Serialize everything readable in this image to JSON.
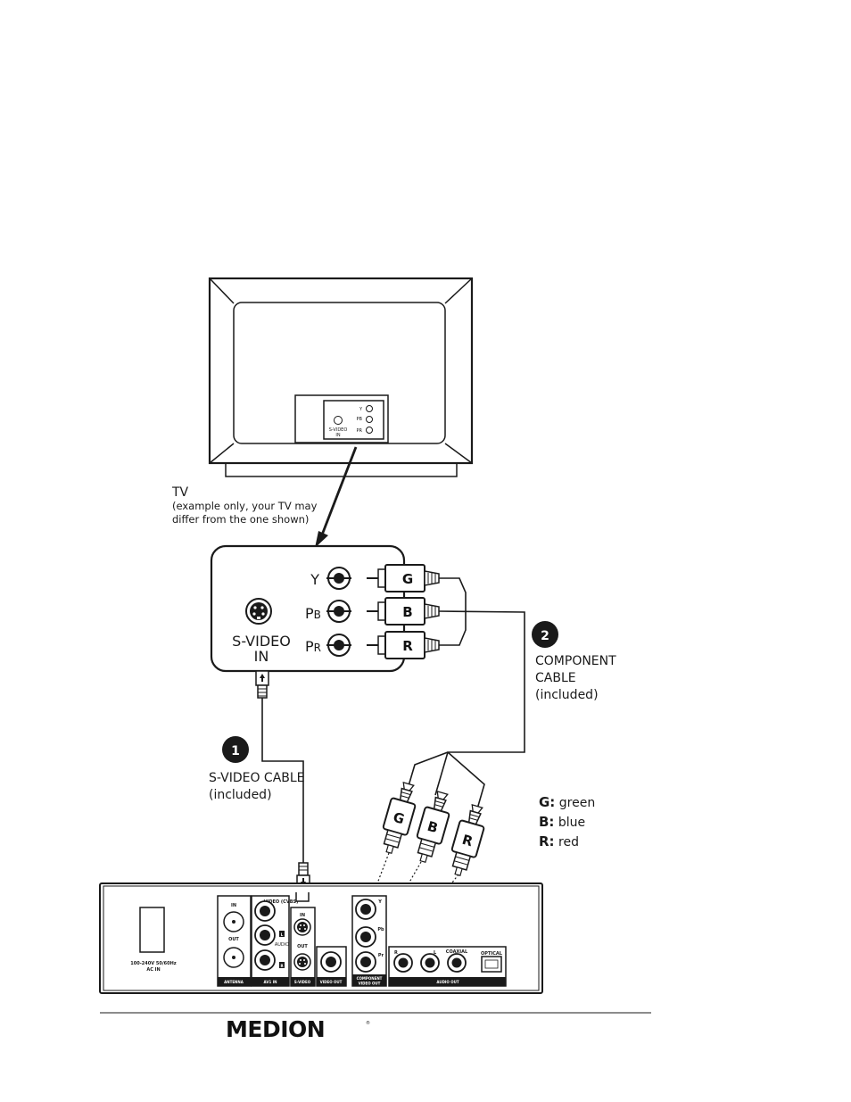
{
  "tv": {
    "label": "TV",
    "note_line1": "(example only, your TV may",
    "note_line2": "differ from the one shown)",
    "mini_y": "Y",
    "mini_pb": "PB",
    "mini_pr": "PR",
    "mini_svideo_line1": "S-VIDEO",
    "mini_svideo_line2": "IN"
  },
  "tv_panel": {
    "y_label": "Y",
    "pb_main": "P",
    "pb_sub": "B",
    "pr_main": "P",
    "pr_sub": "R",
    "svideo_line1": "S-VIDEO",
    "svideo_line2": "IN"
  },
  "plugs": {
    "g": "G",
    "b": "B",
    "r": "R"
  },
  "steps": {
    "step1_number": "1",
    "step1_line1": "S-VIDEO CABLE",
    "step1_line2": "(included)",
    "step2_number": "2",
    "step2_line1": "COMPONENT",
    "step2_line2": "CABLE",
    "step2_line3": "(included)"
  },
  "legend": {
    "g_key": "G:",
    "g_value": " green",
    "b_key": "B:",
    "b_value": " blue",
    "r_key": "R:",
    "r_value": " red"
  },
  "device": {
    "power_line1": "100-240V  50/60Hz",
    "power_line2": "AC IN",
    "antenna": "ANTENNA",
    "antenna_in": "IN",
    "antenna_out": "OUT",
    "av1_in": "AV1 IN",
    "video_cvbs": "VIDEO (CVBS)",
    "audio": "AUDIO",
    "svideo": "S-VIDEO",
    "svideo_in": "IN",
    "svideo_out": "OUT",
    "video_out": "VIDEO OUT",
    "component_line1": "COMPONENT",
    "component_line2": "VIDEO OUT",
    "audio_out": "AUDIO OUT",
    "coaxial": "COAXIAL",
    "optical": "OPTICAL",
    "r_mark": "R",
    "l_mark": "L",
    "y_mark": "Y",
    "pb_mark": "Pb",
    "pr_mark": "Pr"
  },
  "footer": {
    "brand": "MEDION",
    "registered": "®"
  }
}
